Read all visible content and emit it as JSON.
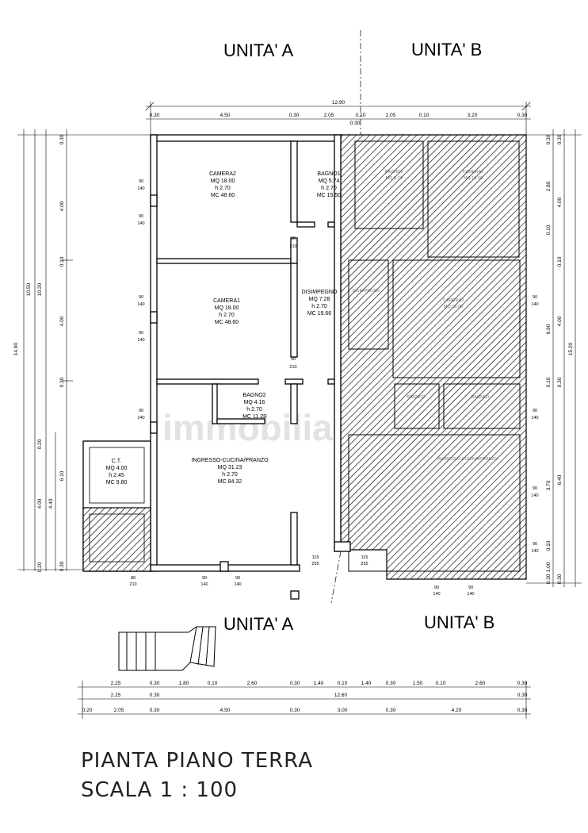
{
  "labels": {
    "unit_a_top": "UNITA' A",
    "unit_b_top": "UNITA' B",
    "unit_a_bottom": "UNITA' A",
    "unit_b_bottom": "UNITA' B",
    "title_line1": "PIANTA PIANO TERRA",
    "title_line2": "SCALA 1 : 100",
    "watermark": "immobiliare"
  },
  "rooms": {
    "camera2": {
      "name": "CAMERA2",
      "mq": "MQ 18.00",
      "h": "h 2.70",
      "mc": "MC 48.60"
    },
    "bagno1": {
      "name": "BAGNO1",
      "mq": "MQ 5.74",
      "h": "h 2.70",
      "mc": "MC 15.50"
    },
    "camera1": {
      "name": "CAMERA1",
      "mq": "MQ 18.00",
      "h": "h 2.70",
      "mc": "MC 48.60"
    },
    "disimpegno": {
      "name": "DISIMPEGNO",
      "mq": "MQ 7.28",
      "h": "h 2.70",
      "mc": "MC 19.66"
    },
    "bagno2": {
      "name": "BAGNO2",
      "mq": "MQ 4.16",
      "h": "h 2.70",
      "mc": "MC 11.23"
    },
    "ingresso": {
      "name": "INGRESSO-CUCINA/PRANZO",
      "mq": "MQ 31.23",
      "h": "h 2.70",
      "mc": "MC 84.32"
    },
    "ct": {
      "name": "C.T.",
      "mq": "MQ 4.00",
      "h": "h 2.45",
      "mc": "MC 9.80"
    }
  },
  "dimensions": {
    "top_total": "12.90",
    "top_row": [
      "0.30",
      "4.50",
      "0.30",
      "2.05",
      "0.10",
      "0.30",
      "2.05",
      "0.10",
      "3.20",
      "0.30"
    ],
    "bottom_row1": [
      "2.25",
      "0.30",
      "1.80",
      "0.10",
      "2.60",
      "0.30",
      "1.40",
      "0.10",
      "1.40",
      "0.30",
      "1.50",
      "0.10",
      "2.60",
      "0.30"
    ],
    "bottom_row2": [
      "2.25",
      "0.30",
      "12.60",
      "0.30"
    ],
    "bottom_row3": [
      "0.20",
      "2.05",
      "0.30",
      "4.50",
      "0.30",
      "3.00",
      "0.30",
      "4.20",
      "0.30"
    ],
    "left_outer": [
      "14.90"
    ],
    "left_mid": [
      "10.50",
      "10.20"
    ],
    "left_inner": [
      "0.30",
      "4.00",
      "0.10",
      "4.00",
      "0.30",
      "0.20",
      "6.10",
      "4.00",
      "4.40",
      "0.20",
      "0.30"
    ],
    "right_inner": [
      "0.30",
      "2.80",
      "0.10",
      "6.90",
      "0.10",
      "3.70",
      "0.10",
      "1.00",
      "0.30"
    ],
    "right_mid": [
      "0.30",
      "4.00",
      "0.10",
      "4.00",
      "0.30",
      "6.40",
      "0.30"
    ],
    "right_outer": [
      "15.20"
    ],
    "door_90_140": [
      "90",
      "140"
    ],
    "door_90_210": [
      "90",
      "210"
    ],
    "door_90_240": [
      "90",
      "240"
    ],
    "door_80_210": [
      "80",
      "210"
    ],
    "door_115_255": [
      "115",
      "255"
    ]
  }
}
